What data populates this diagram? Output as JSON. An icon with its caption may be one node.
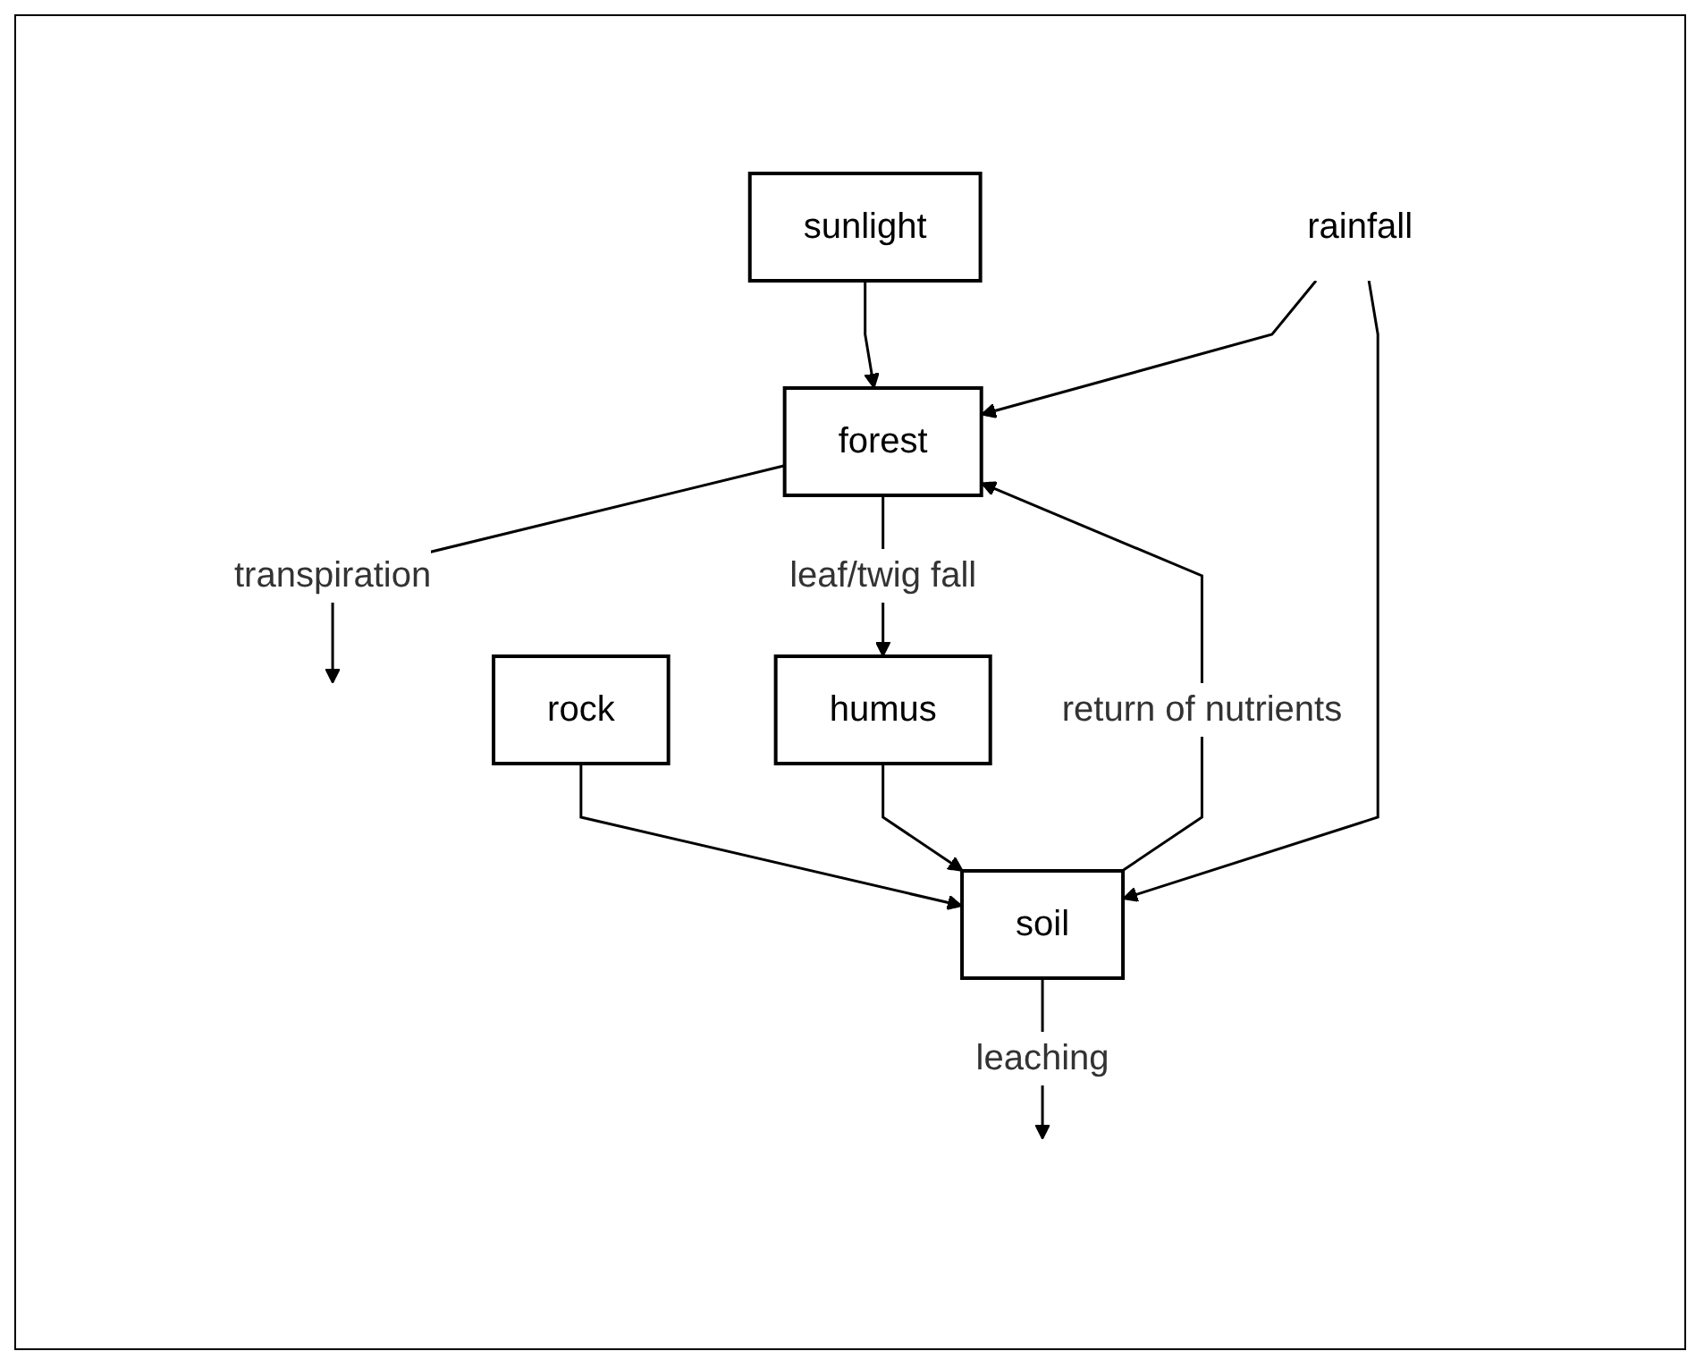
{
  "diagram": {
    "nodes": [
      {
        "text": [
          "sunlight"
        ]
      },
      {
        "text": [
          "rainfall"
        ]
      },
      {
        "text": [
          "forest"
        ]
      },
      {
        "text": [
          "humus"
        ]
      },
      {
        "text": [
          "soil"
        ]
      },
      {
        "text": [
          "rock"
        ]
      }
    ],
    "edges": [
      {
        "from": 0,
        "to": 2,
        "arrow": "to"
      },
      {
        "from": 1,
        "to": 2,
        "arrow": "to"
      },
      {
        "from": 2,
        "to": null,
        "arrow": "to",
        "label": "transpiration"
      },
      {
        "from": 2,
        "to": 3,
        "arrow": "to",
        "label": "leaf/twig fall"
      },
      {
        "from": 1,
        "to": 4,
        "arrow": "to"
      },
      {
        "from": 4,
        "to": 2,
        "arrow": "to",
        "label": "return of nutrients"
      },
      {
        "from": 3,
        "to": 4,
        "arrow": "to"
      },
      {
        "from": 5,
        "to": 4,
        "arrow": "to"
      },
      {
        "from": 4,
        "to": null,
        "arrow": "to",
        "label": "leaching"
      }
    ]
  }
}
